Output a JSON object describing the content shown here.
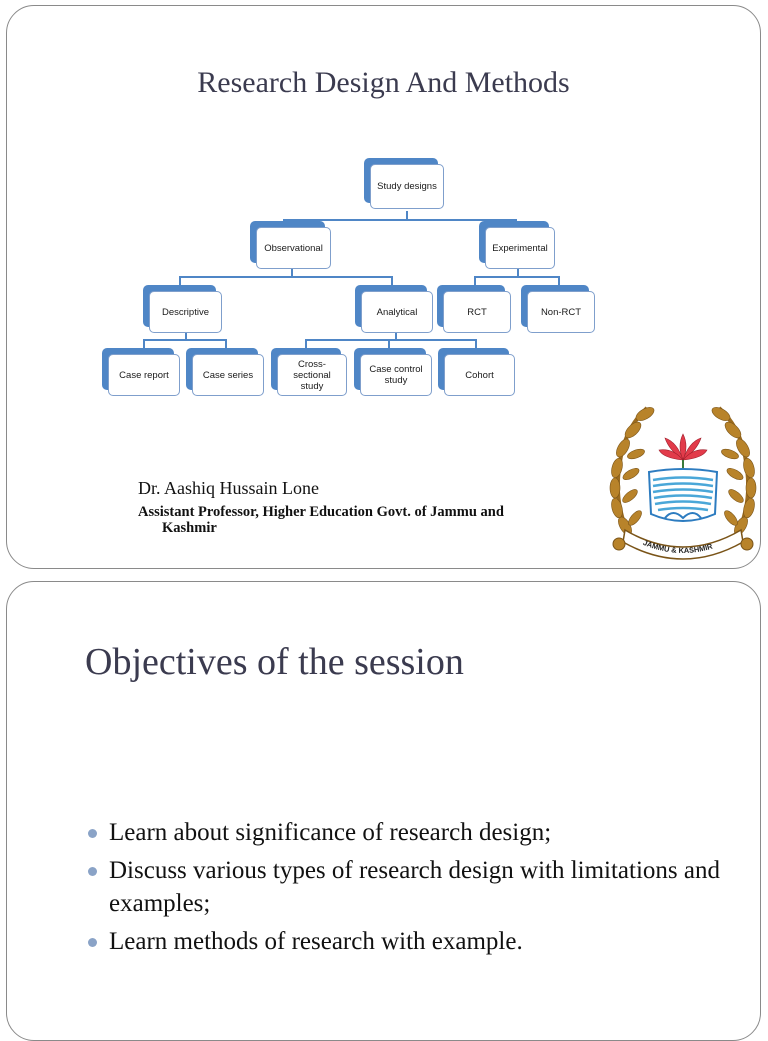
{
  "slide1": {
    "title": "Research Design And Methods",
    "diagram": {
      "root": "Study designs",
      "observational": "Observational",
      "experimental": "Experimental",
      "descriptive": "Descriptive",
      "analytical": "Analytical",
      "rct": "RCT",
      "non_rct": "Non-RCT",
      "case_report": "Case report",
      "case_series": "Case series",
      "cross_sectional": "Cross-sectional study",
      "case_control": "Case control study",
      "cohort": "Cohort"
    },
    "author": "Dr. Aashiq Hussain Lone",
    "affiliation_line1": "Assistant Professor, Higher Education Govt. of Jammu and",
    "affiliation_line2": "Kashmir",
    "emblem": {
      "icon": "jammu-kashmir-emblem",
      "banner_text": "JAMMU & KASHMIR",
      "colors": {
        "wreath": "#b8832a",
        "lotus": "#e23b4a",
        "water": "#4aa7d8"
      }
    }
  },
  "slide2": {
    "title": "Objectives of the session",
    "bullets": [
      "Learn about significance of research design;",
      "Discuss various types of research design with limitations and examples;",
      "Learn methods of research with example."
    ]
  }
}
